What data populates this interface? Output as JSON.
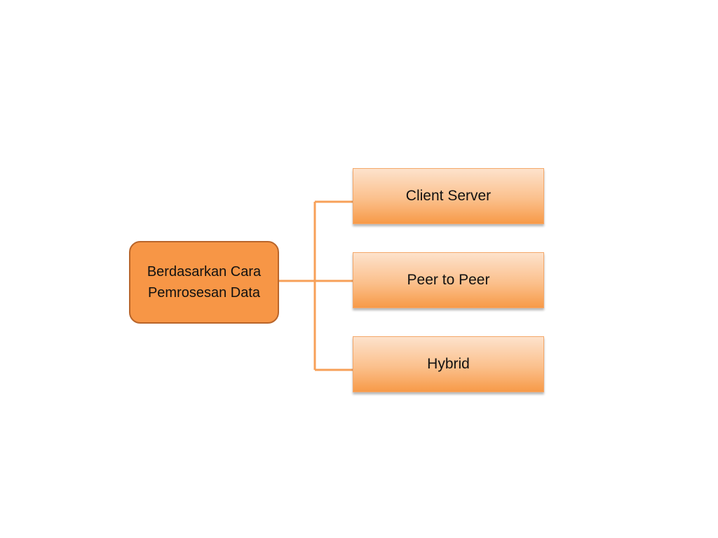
{
  "diagram": {
    "root": {
      "label": "Berdasarkan Cara\nPemrosesan Data"
    },
    "children": [
      {
        "label": "Client Server"
      },
      {
        "label": "Peer to Peer"
      },
      {
        "label": "Hybrid"
      }
    ]
  },
  "colors": {
    "root_fill": "#f79646",
    "root_border": "#b9652a",
    "child_fill_light": "#fde2cc",
    "child_fill_dark": "#f79a48",
    "connector": "#f79646"
  }
}
